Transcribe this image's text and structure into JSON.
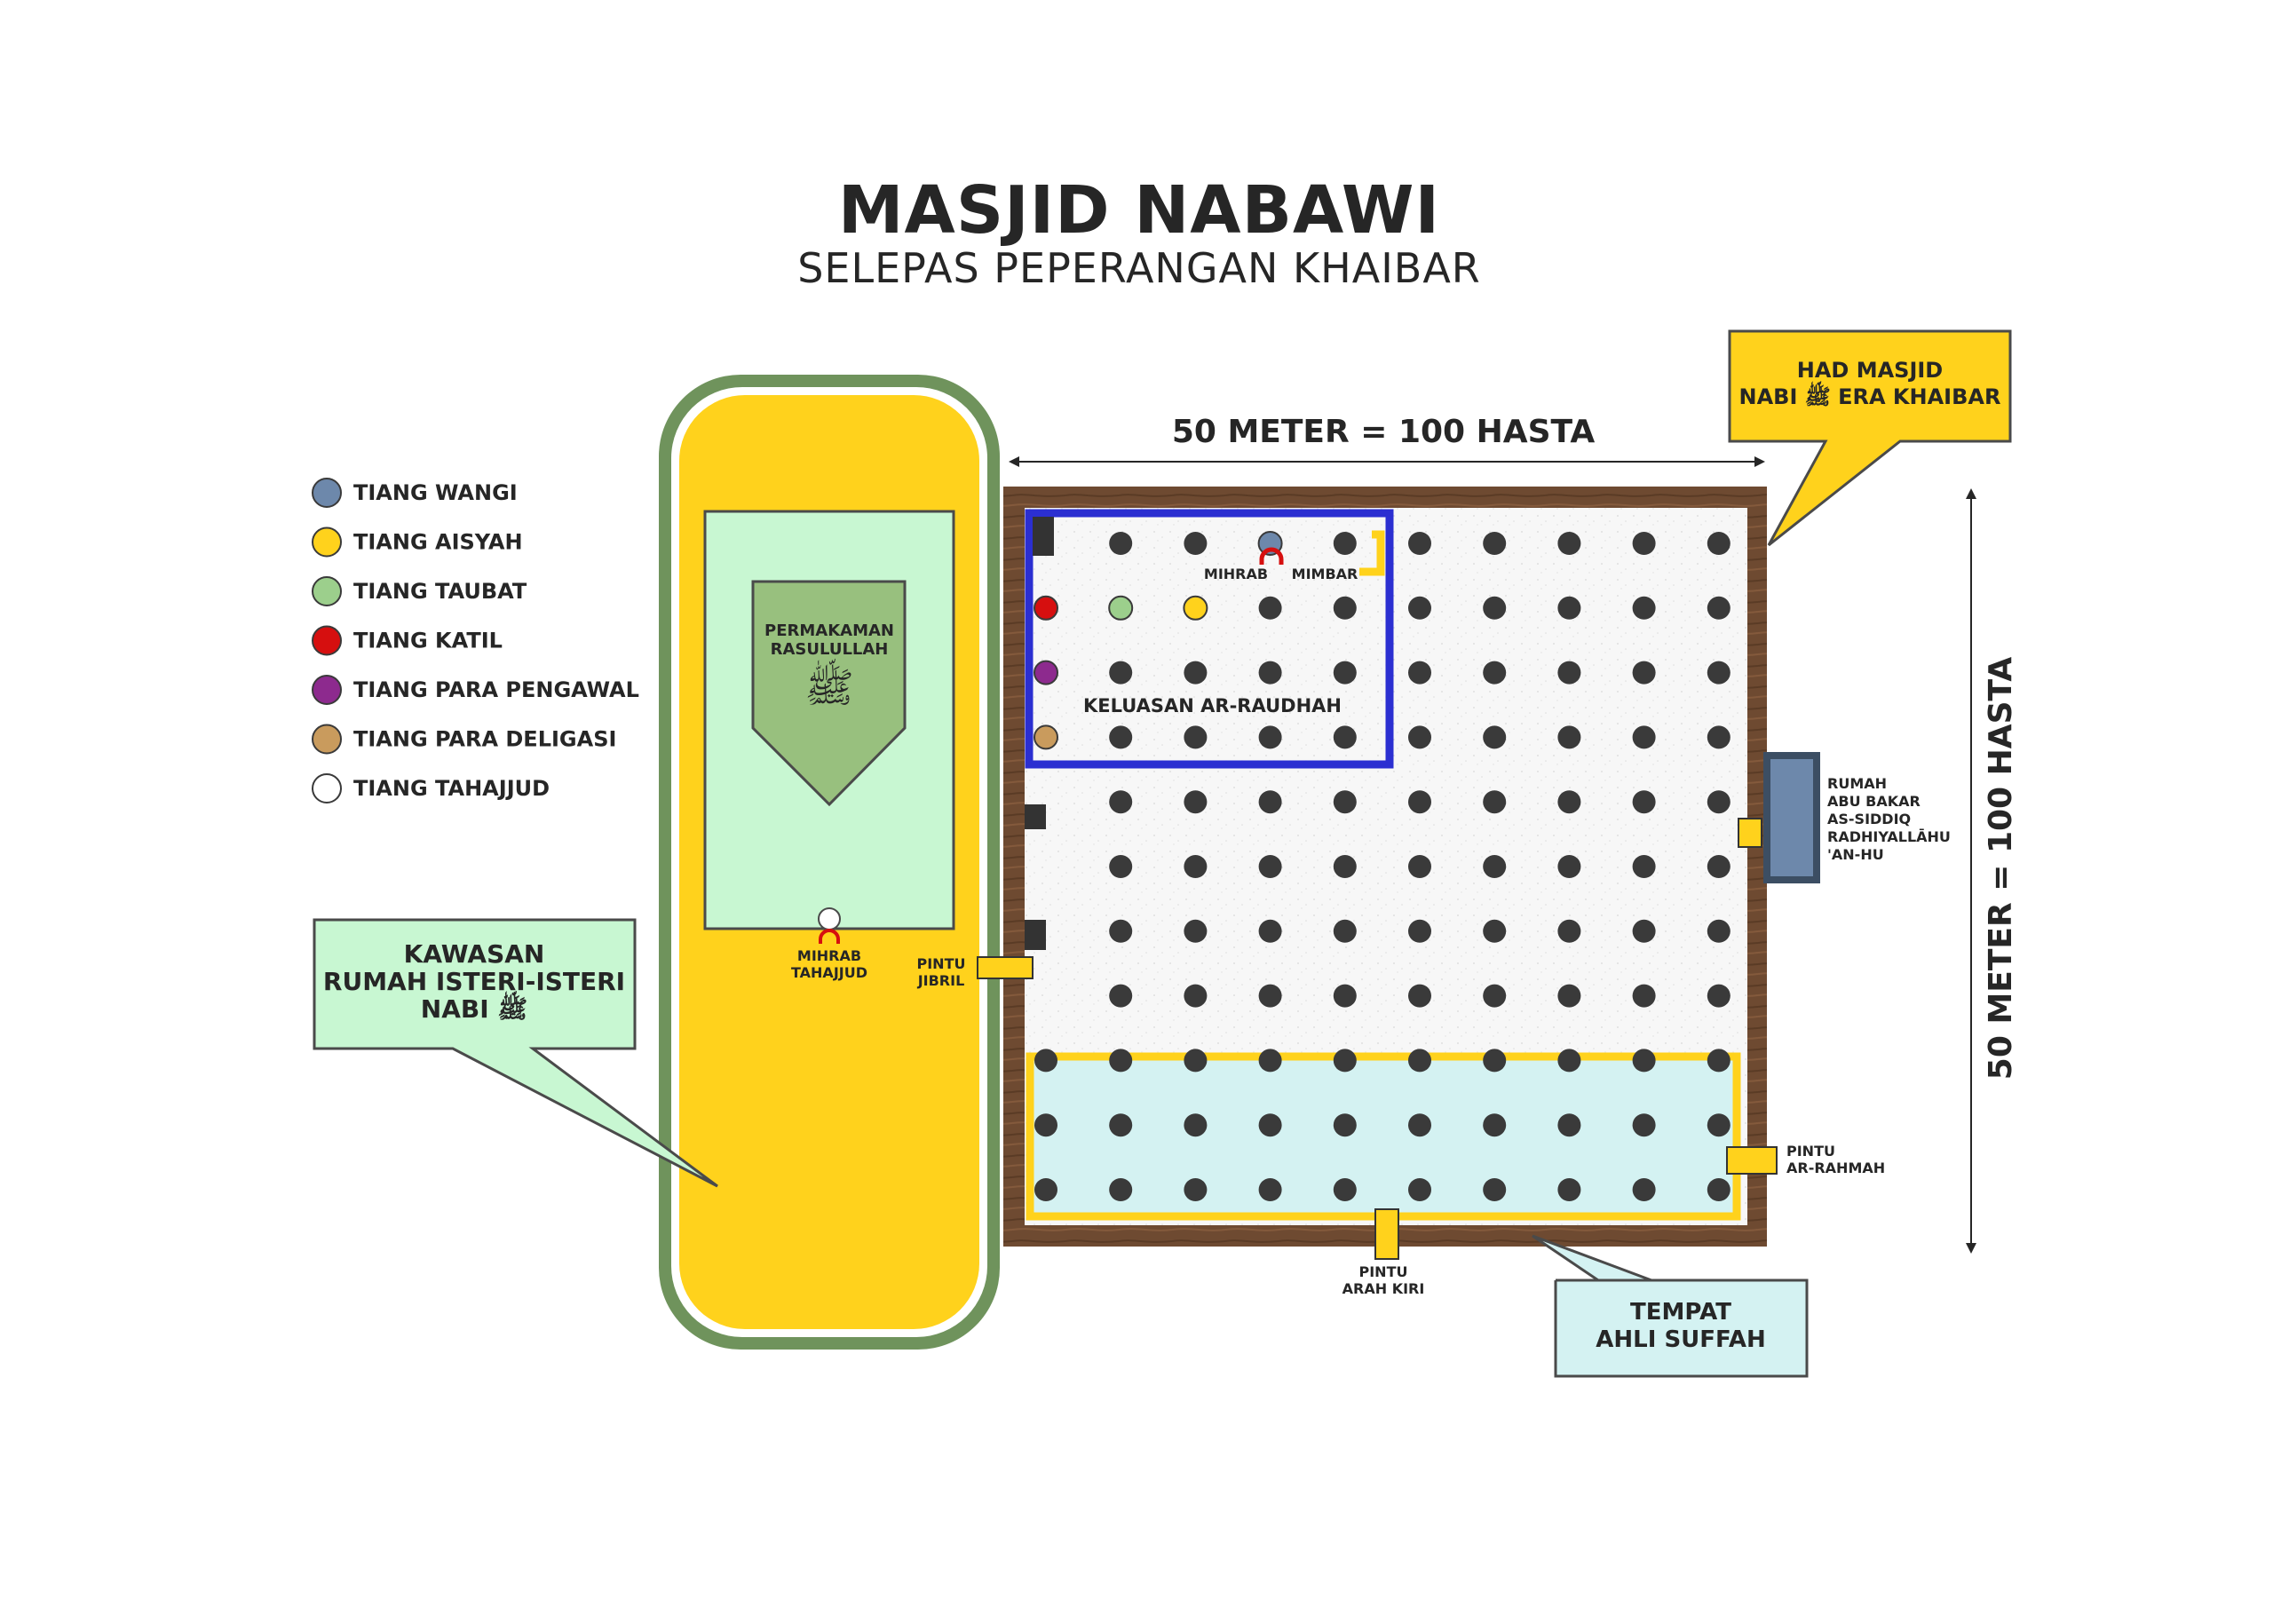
{
  "title": "MASJID NABAWI",
  "subtitle": "SELEPAS PEPERANGAN KHAIBAR",
  "legend": [
    {
      "label": "TIANG WANGI",
      "color": "#6d88ab"
    },
    {
      "label": "TIANG AISYAH",
      "color": "#ffd21c"
    },
    {
      "label": "TIANG TAUBAT",
      "color": "#9ccf8c"
    },
    {
      "label": "TIANG KATIL",
      "color": "#d60f0f"
    },
    {
      "label": "TIANG PARA PENGAWAL",
      "color": "#8d2a8e"
    },
    {
      "label": "TIANG PARA DELIGASI",
      "color": "#c99b5d"
    },
    {
      "label": "TIANG TAHAJJUD",
      "color": "#ffffff"
    }
  ],
  "dimensions": {
    "width_label": "50 METER = 100 HASTA",
    "height_label": "50 METER = 100 HASTA"
  },
  "callouts": {
    "had_masjid": [
      "HAD MASJID",
      "NABI ﷺ ERA KHAIBAR"
    ],
    "kawasan": [
      "KAWASAN",
      "RUMAH ISTERI-ISTERI",
      "NABI ﷺ"
    ],
    "ahli_suffah": [
      "TEMPAT",
      "AHLI SUFFAH"
    ]
  },
  "tomb": {
    "lines": [
      "PERMAKAMAN",
      "RASULULLAH"
    ],
    "honorific": "ﷺ"
  },
  "labels": {
    "mihrab": "MIHRAB",
    "mimbar": "MIMBAR",
    "raudhah": "KELUASAN AR-RAUDHAH",
    "mihrab_tahajjud": [
      "MIHRAB",
      "TAHAJJUD"
    ],
    "pintu_jibril": [
      "PINTU",
      "JIBRIL"
    ],
    "pintu_arah_kiri": [
      "PINTU",
      "ARAH KIRI"
    ],
    "pintu_ar_rahmah": [
      "PINTU",
      "AR-RAHMAH"
    ],
    "rumah_abu_bakar": [
      "RUMAH",
      "ABU BAKAR",
      "AS-SIDDIQ",
      "RADHIYALLĀHU",
      "'AN-HU"
    ]
  },
  "colors": {
    "green_border": "#6f935c",
    "yellow": "#ffd21c",
    "mint": "#c8f7d2",
    "tomb_green": "#98c07e",
    "wood": "#6e4a31",
    "floor": "#f7f7f7",
    "raudhah_blue": "#2b2fd1",
    "suffah_fill": "#d4f2f2",
    "pillar": "#3a3a3a",
    "abu_bakar": "#6d88ab"
  },
  "pillar_grid": {
    "rows": 11,
    "cols": 10,
    "special": [
      {
        "row": 0,
        "col": 3,
        "color": "#6d88ab"
      },
      {
        "row": 1,
        "col": 0,
        "color": "#d60f0f"
      },
      {
        "row": 1,
        "col": 1,
        "color": "#9ccf8c"
      },
      {
        "row": 1,
        "col": 2,
        "color": "#ffd21c"
      },
      {
        "row": 2,
        "col": 0,
        "color": "#8d2a8e"
      },
      {
        "row": 3,
        "col": 0,
        "color": "#c99b5d"
      }
    ],
    "omitted": [
      {
        "row": 0,
        "col": 0
      },
      {
        "row": 4,
        "col": 0
      },
      {
        "row": 5,
        "col": 0
      },
      {
        "row": 6,
        "col": 0
      },
      {
        "row": 7,
        "col": 0
      }
    ]
  }
}
